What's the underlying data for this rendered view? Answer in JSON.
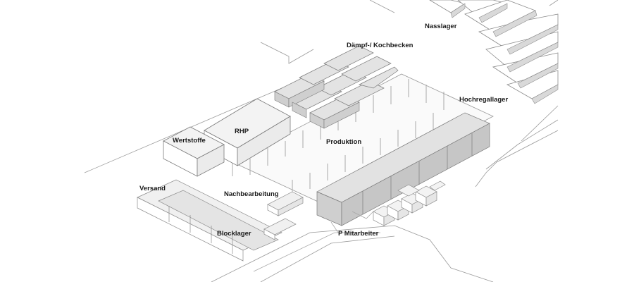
{
  "labels": {
    "nasslager": "Nasslager",
    "daempf_kochbecken": "Dämpf-/ Kochbecken",
    "hochregallager": "Hochregallager",
    "rhp": "RHP",
    "wertstoffe": "Wertstoffe",
    "produktion": "Produktion",
    "versand": "Versand",
    "nachbearbeitung": "Nachbearbeitung",
    "blocklager": "Blocklager",
    "p_mitarbeiter": "P Mitarbeiter"
  },
  "colors": {
    "line": "#8a8a8a",
    "light_line": "#c4c4c4",
    "glass_fill": "#e6e6e6",
    "dark_glass": "#bdbdbd",
    "roof_fill": "#f3f3f3",
    "text": "#1a1a1a"
  }
}
